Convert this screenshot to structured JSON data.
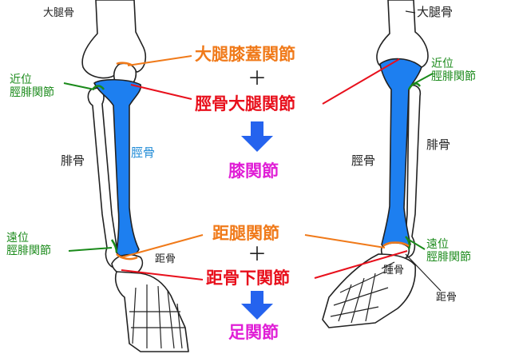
{
  "colors": {
    "bone_fill": "#ffffff",
    "bone_stroke": "#222222",
    "tibia": "#1d7ff0",
    "arrow": "#2563ee",
    "orange": "#f07a1a",
    "red": "#e8101c",
    "green": "#1a8a1a",
    "magenta": "#e01fd6",
    "blue_text": "#1e8ad6"
  },
  "left": {
    "femur": "大腿骨",
    "proximal_tibiofibular": [
      "近位",
      "脛腓関節"
    ],
    "fibula": "腓骨",
    "tibia": "脛骨",
    "distal_tibiofibular": [
      "遠位",
      "脛腓関節"
    ],
    "talus": "距骨"
  },
  "right": {
    "femur": "大腿骨",
    "proximal_tibiofibular": [
      "近位",
      "脛腓関節"
    ],
    "fibula": "腓骨",
    "tibia": "脛骨",
    "distal_tibiofibular": [
      "遠位",
      "脛腓関節"
    ],
    "calcaneus": "踵骨",
    "talus": "距骨"
  },
  "center": {
    "patellofemoral": "大腿膝蓋関節",
    "plus_top": "＋",
    "tibiofemoral": "脛骨大腿関節",
    "knee_joint": "膝関節",
    "talocrural": "距腿関節",
    "plus_bottom": "＋",
    "subtalar": "距骨下関節",
    "ankle_joint": "足関節"
  },
  "icons": [
    "down-arrow-icon",
    "down-arrow-icon"
  ]
}
